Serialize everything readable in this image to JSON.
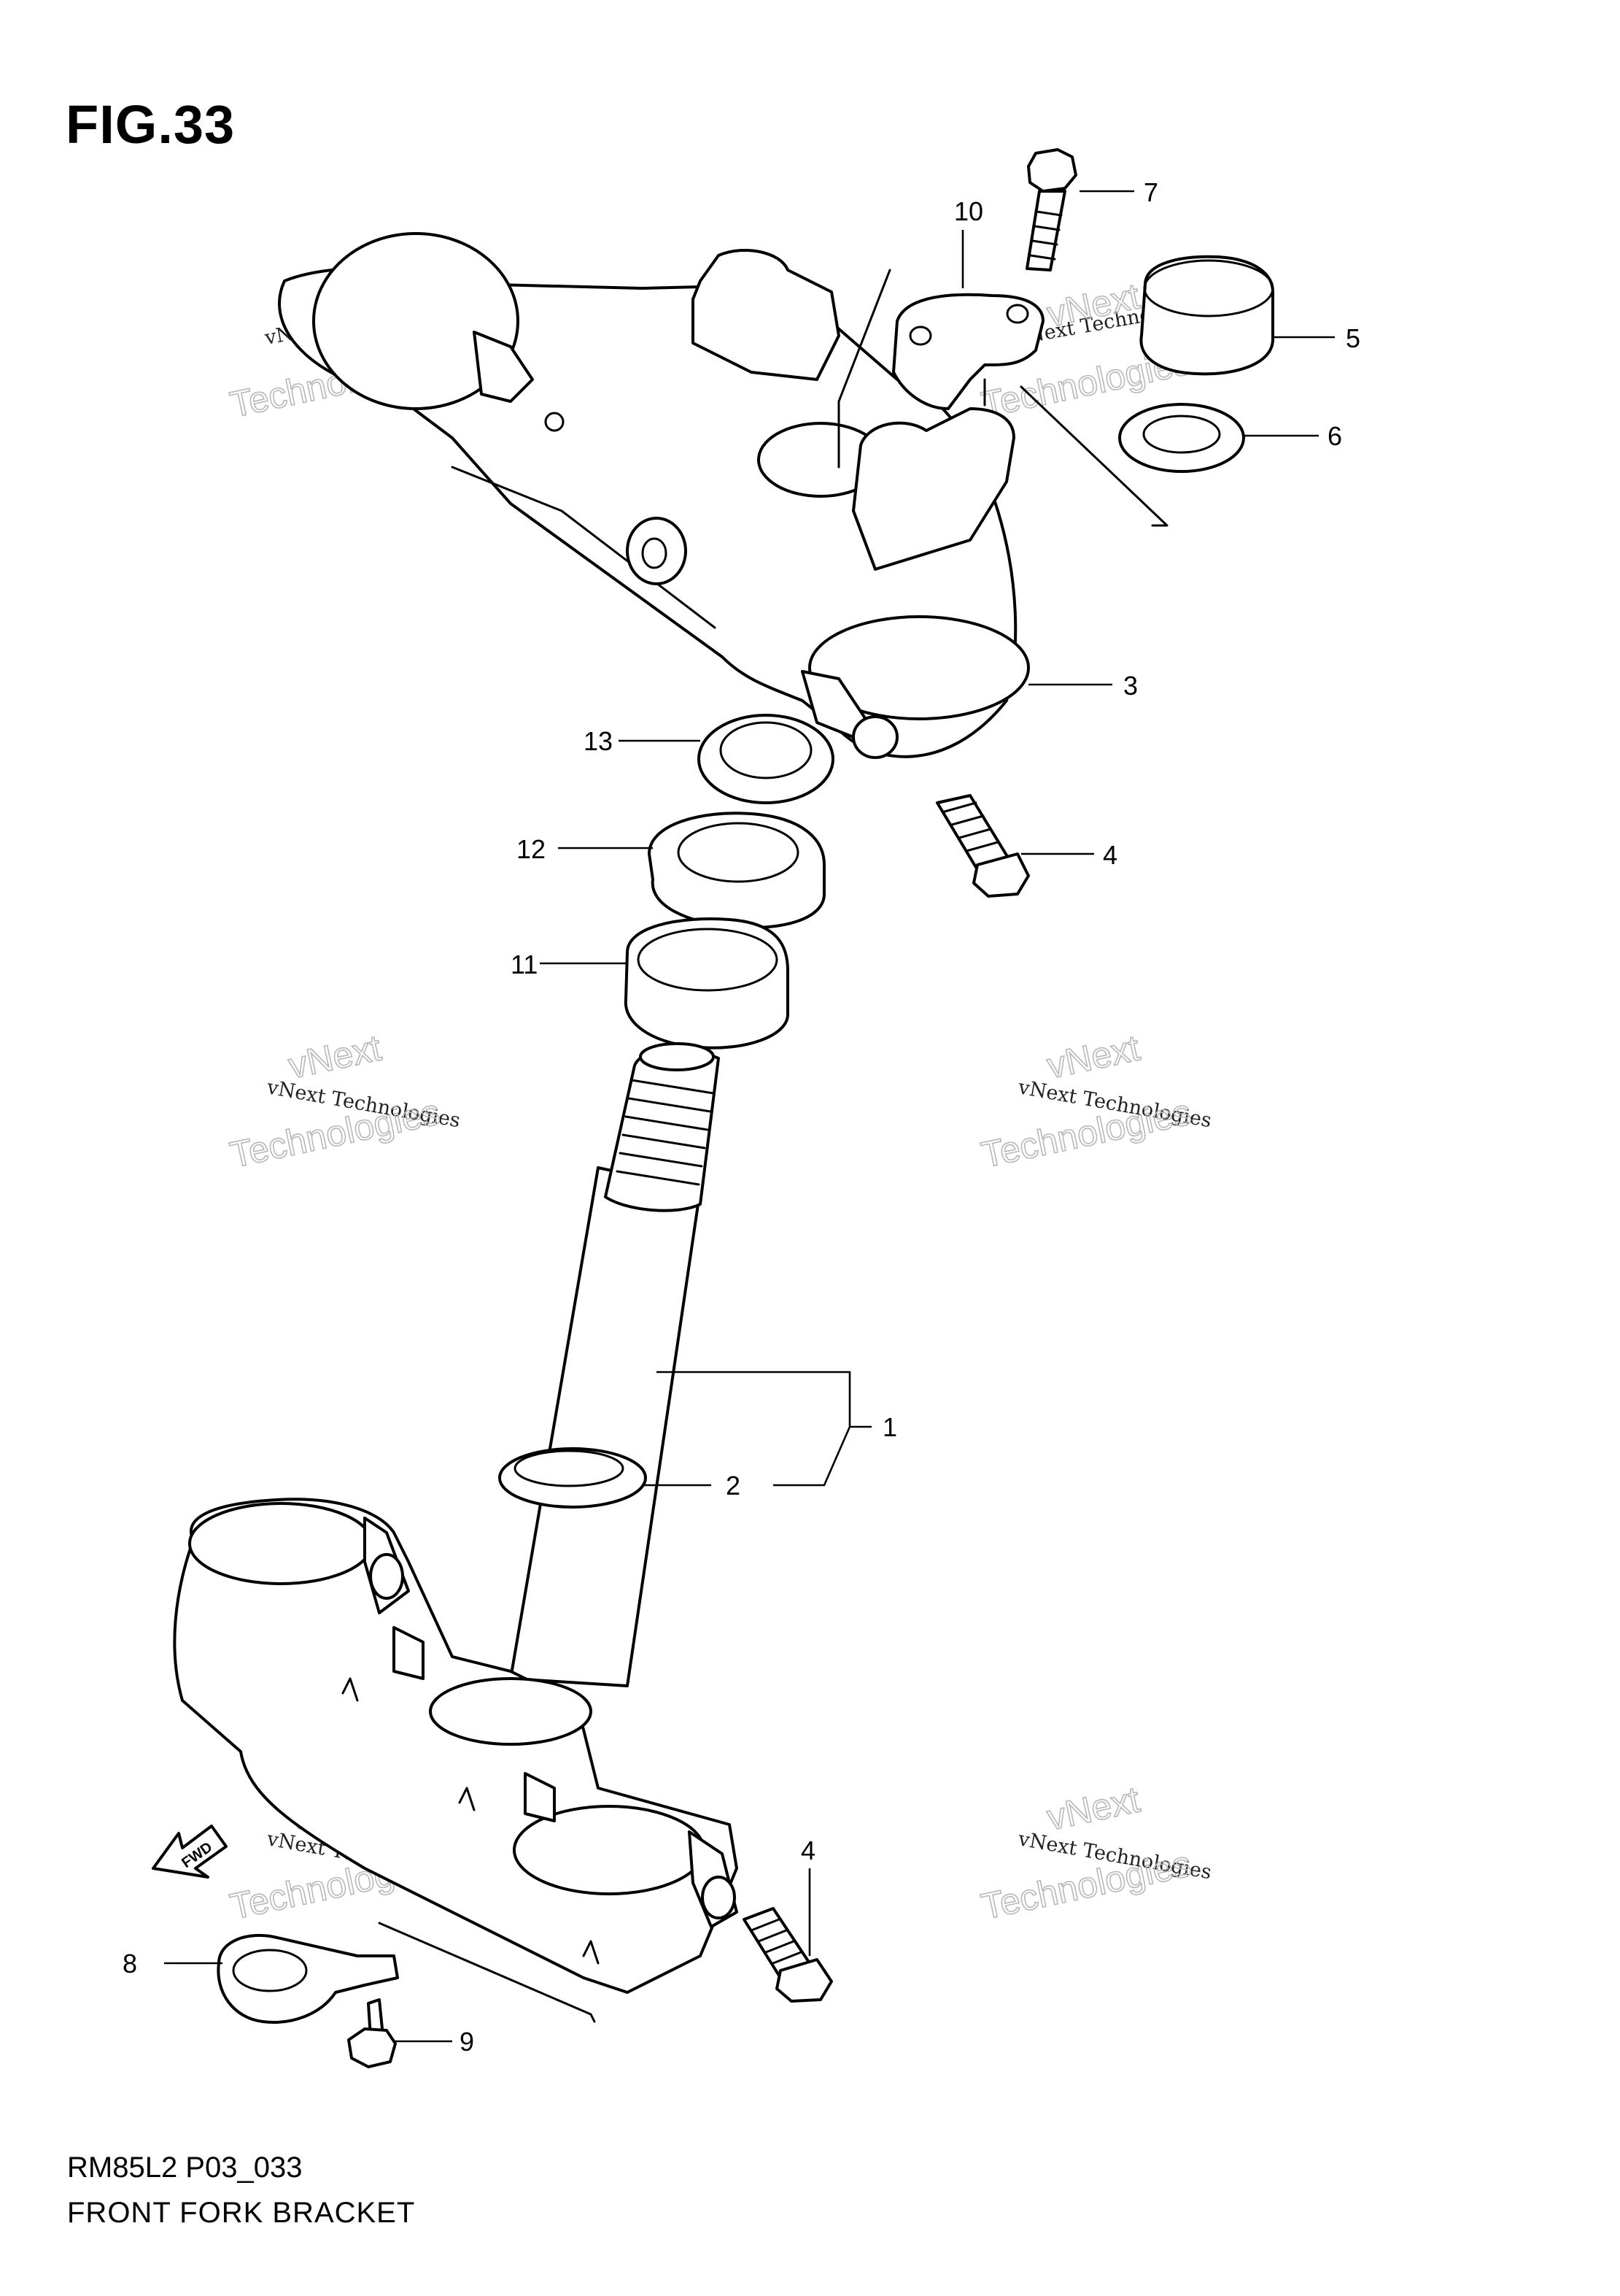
{
  "figure": {
    "title": "FIG.33",
    "model_code": "RM85L2 P03_033",
    "section_name": "FRONT FORK BRACKET"
  },
  "callouts": [
    "1",
    "2",
    "3",
    "4",
    "4",
    "5",
    "6",
    "7",
    "8",
    "9",
    "10",
    "11",
    "12",
    "13"
  ],
  "fwd_label": "FWD",
  "watermark": {
    "line_small": "vNext Technologies",
    "line_big_1": "vNext",
    "line_big_2": "Technologies"
  }
}
